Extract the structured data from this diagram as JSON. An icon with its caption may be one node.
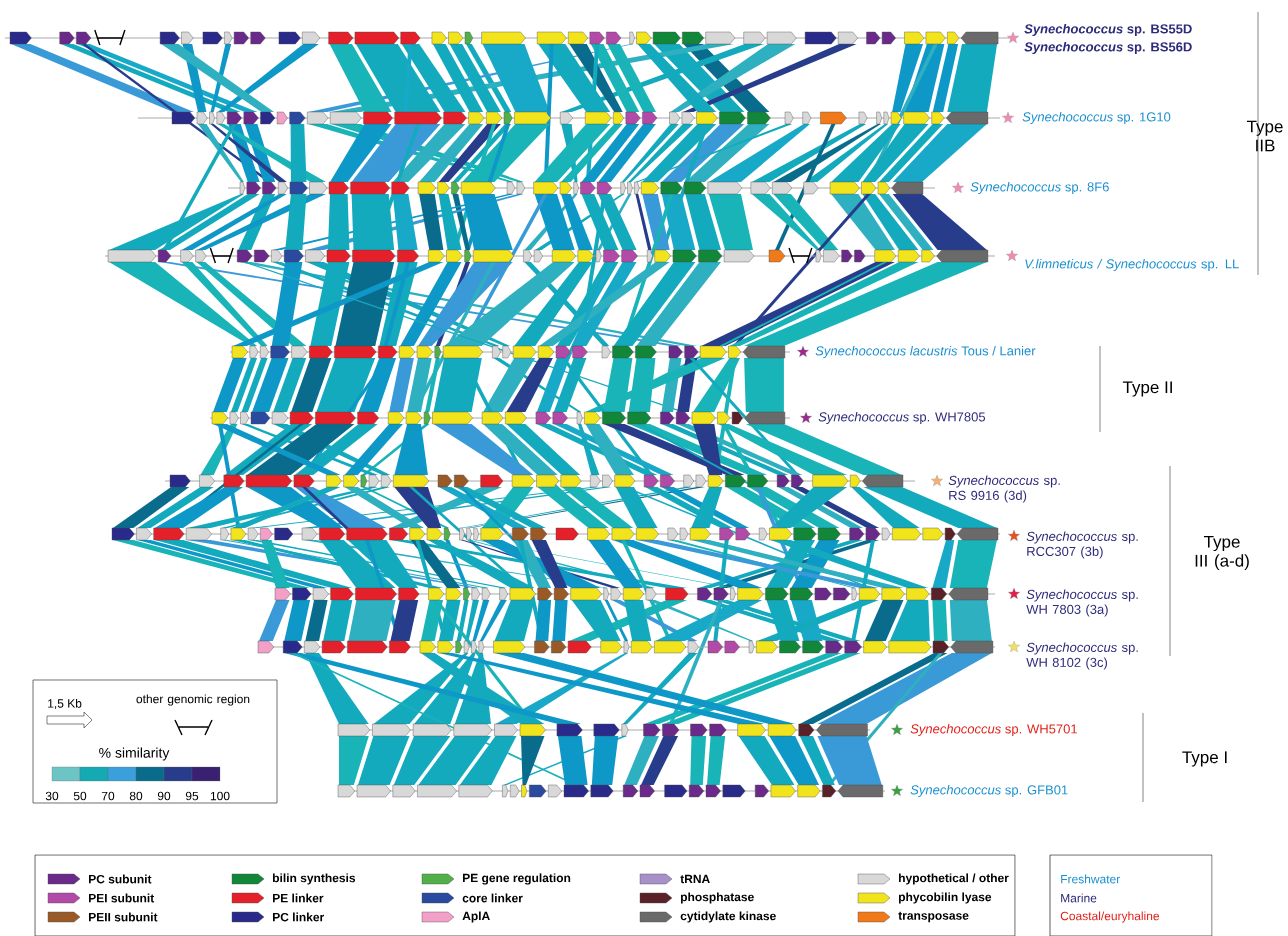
{
  "diagram": {
    "labels": [
      "*Synechococcus* sp. BS55D",
      "*Synechococcus* sp. BS56D",
      "Type IIB",
      "*Synechococcus* sp. 1G10",
      "*Synechococcus* sp. 8F6",
      "*V.limneticus / Synechococcus* sp. LL",
      "*Synechococcus lacustris* Tous / Lanier",
      "Type II",
      "*Synechococcus* sp. WH7805",
      "*Synechococcus* sp. RS 9916 (3d)",
      "*Synechococcus* sp. RCC307 (3b)",
      "Type III (a-d)",
      "*Synechococcus* sp. WH 7803 (3a)",
      "*Synechococcus* sp. WH 8102 (3c)",
      "1,5 Kb",
      "other genomic region",
      "% similarity",
      "30",
      "50",
      "70",
      "80",
      "90",
      "95",
      "100",
      "*Synechococcus* sp. WH5701",
      "Type I",
      "*Synechococcus* sp. GFB01"
    ],
    "legend": [
      {
        "text": "PC subunit",
        "color": "#6a2a8a"
      },
      {
        "text": "bilin synthesis",
        "color": "#12873a"
      },
      {
        "text": "PE gene regulation",
        "color": "#52b04a"
      },
      {
        "text": "tRNA",
        "color": "#a890c8"
      },
      {
        "text": "hypothetical / other",
        "color": "#d8d8d8"
      },
      {
        "text": "PEI subunit",
        "color": "#b24aa8"
      },
      {
        "text": "PE linker",
        "color": "#e4202a"
      },
      {
        "text": "core linker",
        "color": "#2a4aa0"
      },
      {
        "text": "phosphatase",
        "color": "#5a2228"
      },
      {
        "text": "phycobilin lyase",
        "color": "#f2e41c"
      },
      {
        "text": "PEII subunit",
        "color": "#9a5a28"
      },
      {
        "text": "PC linker",
        "color": "#2a2a8a"
      },
      {
        "text": "AplA",
        "color": "#f2a0c8"
      },
      {
        "text": "cytidylate kinase",
        "color": "#6a6a6a"
      },
      {
        "text": "transposase",
        "color": "#f07a1a"
      },
      {
        "text": "Freshwater",
        "color": "#1a8fd0"
      },
      {
        "text": "Marine",
        "color": "#2e2a7a"
      },
      {
        "text": "Coastal/euryhaline",
        "color": "#e0201b"
      }
    ]
  }
}
